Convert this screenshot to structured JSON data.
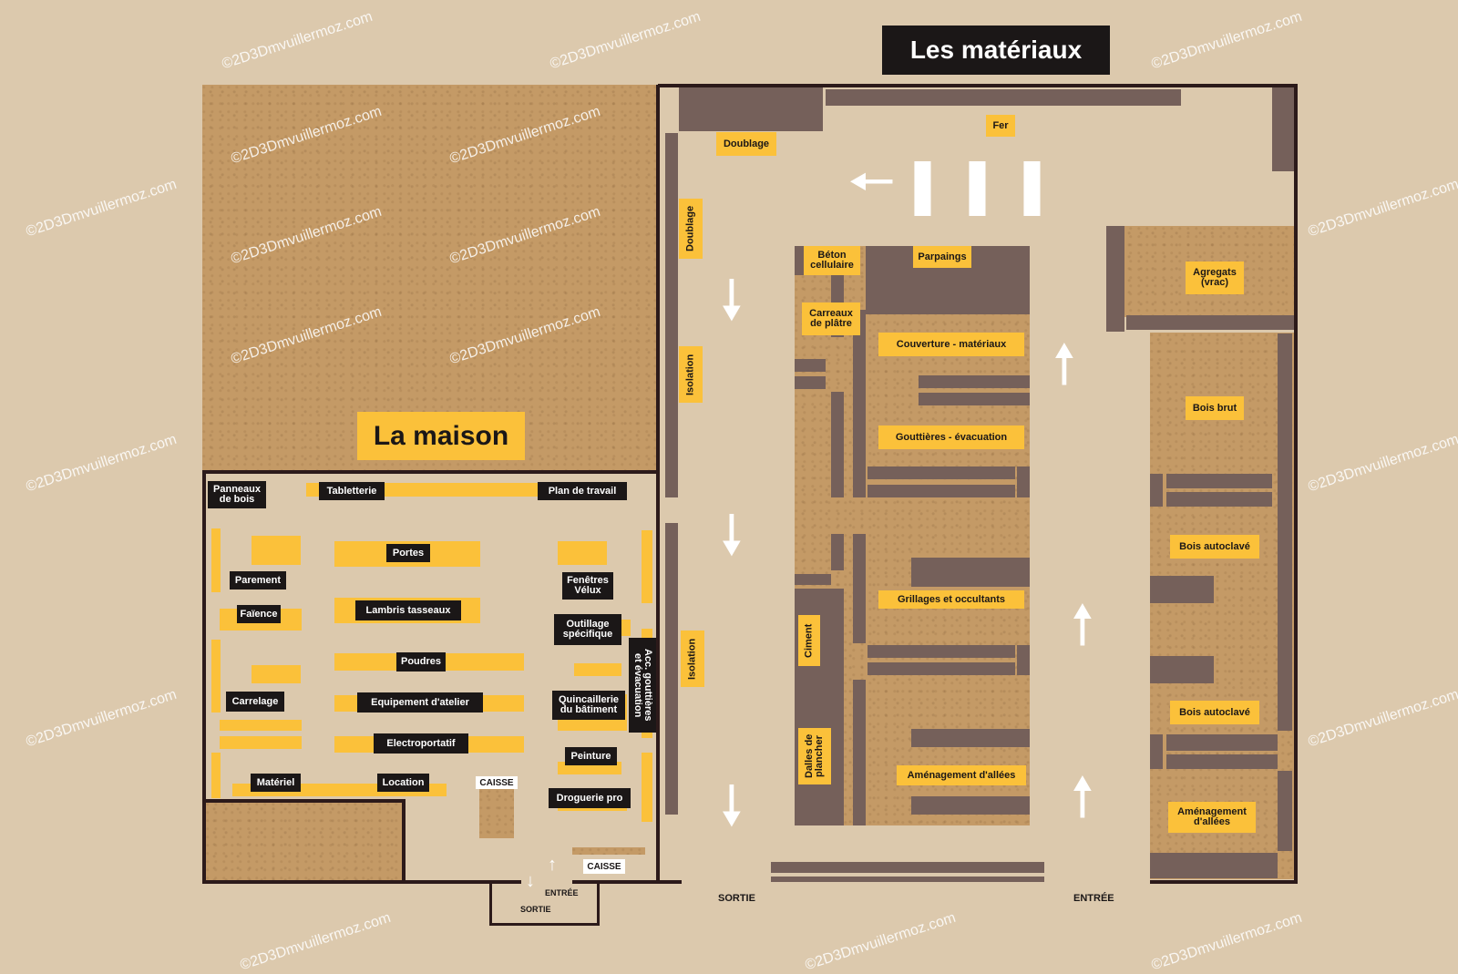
{
  "titles": {
    "maison": "La maison",
    "materiaux": "Les matériaux"
  },
  "maison": {
    "labels": [
      "Panneaux\nde bois",
      "Tabletterie",
      "Plan de travail",
      "Portes",
      "Parement",
      "Fenêtres\nVélux",
      "Lambris tasseaux",
      "Faïence",
      "Outillage\nspécifique",
      "Poudres",
      "Acc. gouttières\net évacuation",
      "Carrelage",
      "Equipement d'atelier",
      "Quincaillerie\ndu bâtiment",
      "Electroportatif",
      "Peinture",
      "Matériel",
      "Location",
      "Droguerie pro"
    ],
    "caisse_1": "CAISSE",
    "caisse_2": "CAISSE",
    "entree": "ENTRÉE",
    "sortie": "SORTIE"
  },
  "materiaux": {
    "labels": [
      "Doublage",
      "Fer",
      "Doublage",
      "Isolation",
      "Isolation",
      "Béton\ncellulaire",
      "Parpaings",
      "Carreaux\nde plâtre",
      "Couverture - matériaux",
      "Gouttières - évacuation",
      "Grillages et occultants",
      "Ciment",
      "Dalles de\nplancher",
      "Aménagement d'allées",
      "Agregats\n(vrac)",
      "Bois brut",
      "Bois autoclavé",
      "Bois autoclavé",
      "Aménagement\nd'allées"
    ],
    "sortie": "SORTIE",
    "entree": "ENTRÉE"
  },
  "watermark": "©2D3Dmvuillermoz.com",
  "colors": {
    "background": "#dcc9ad",
    "kraft": "#c49a66",
    "wall": "#2c1a1a",
    "shelf": "#75605a",
    "accent": "#fbc13a",
    "label": "#1b1717"
  }
}
